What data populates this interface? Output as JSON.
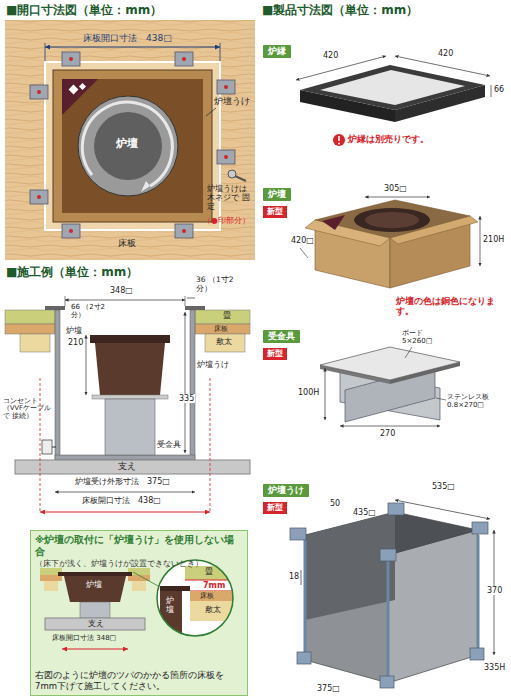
{
  "diagram": {
    "nodes": [
      {
        "text": [
          "炉縁"
        ]
      },
      {
        "text": [
          "炉壇"
        ]
      },
      {
        "text": [
          "新型"
        ]
      },
      {
        "text": [
          "受金具"
        ]
      },
      {
        "text": [
          "新型"
        ]
      },
      {
        "text": [
          "炉壇うけ"
        ]
      },
      {
        "text": [
          "新型"
        ]
      },
      {
        "text": [
          "※炉壇の取付に「炉壇うけ」を使用しない場合",
          "（床下が浅く、炉壇うけが設置できないとき）",
          "右図のように炉壇のツバのかかる箇所の床板を7mm下げて施工してください。"
        ]
      }
    ],
    "labels": [
      "■開口寸法図（単位：mm）",
      "床板開口寸法　438□",
      "炉壇うけ",
      "炉壇",
      "床板",
      "炉壇うけは 木ネジで 固定",
      "（●印部分）",
      "■製品寸法図（単位：mm）",
      "420",
      "420",
      "66",
      "炉縁は別売りです。",
      "305□",
      "420□",
      "210H",
      "炉壇の色は銅色になります。",
      "ボード 5×260□",
      "100H",
      "270",
      "ステンレス板 0.8×270□",
      "535□",
      "50",
      "435□",
      "18",
      "370",
      "335H",
      "375□",
      "■施工例（単位：mm）",
      "348□",
      "36 （1寸2分）",
      "66 （2寸2分）",
      "炉壇",
      "210",
      "畳",
      "床板",
      "敷太",
      "炉壇うけ",
      "335",
      "コンセント （VVFケーブルで 接続）",
      "受金具",
      "支え",
      "炉壇受け外形寸法　375□",
      "床板開口寸法　438□",
      "炉壇",
      "支え",
      "床板開口寸法 348□",
      "畳",
      "7mm",
      "床板",
      "炉壇",
      "敷太"
    ]
  }
}
